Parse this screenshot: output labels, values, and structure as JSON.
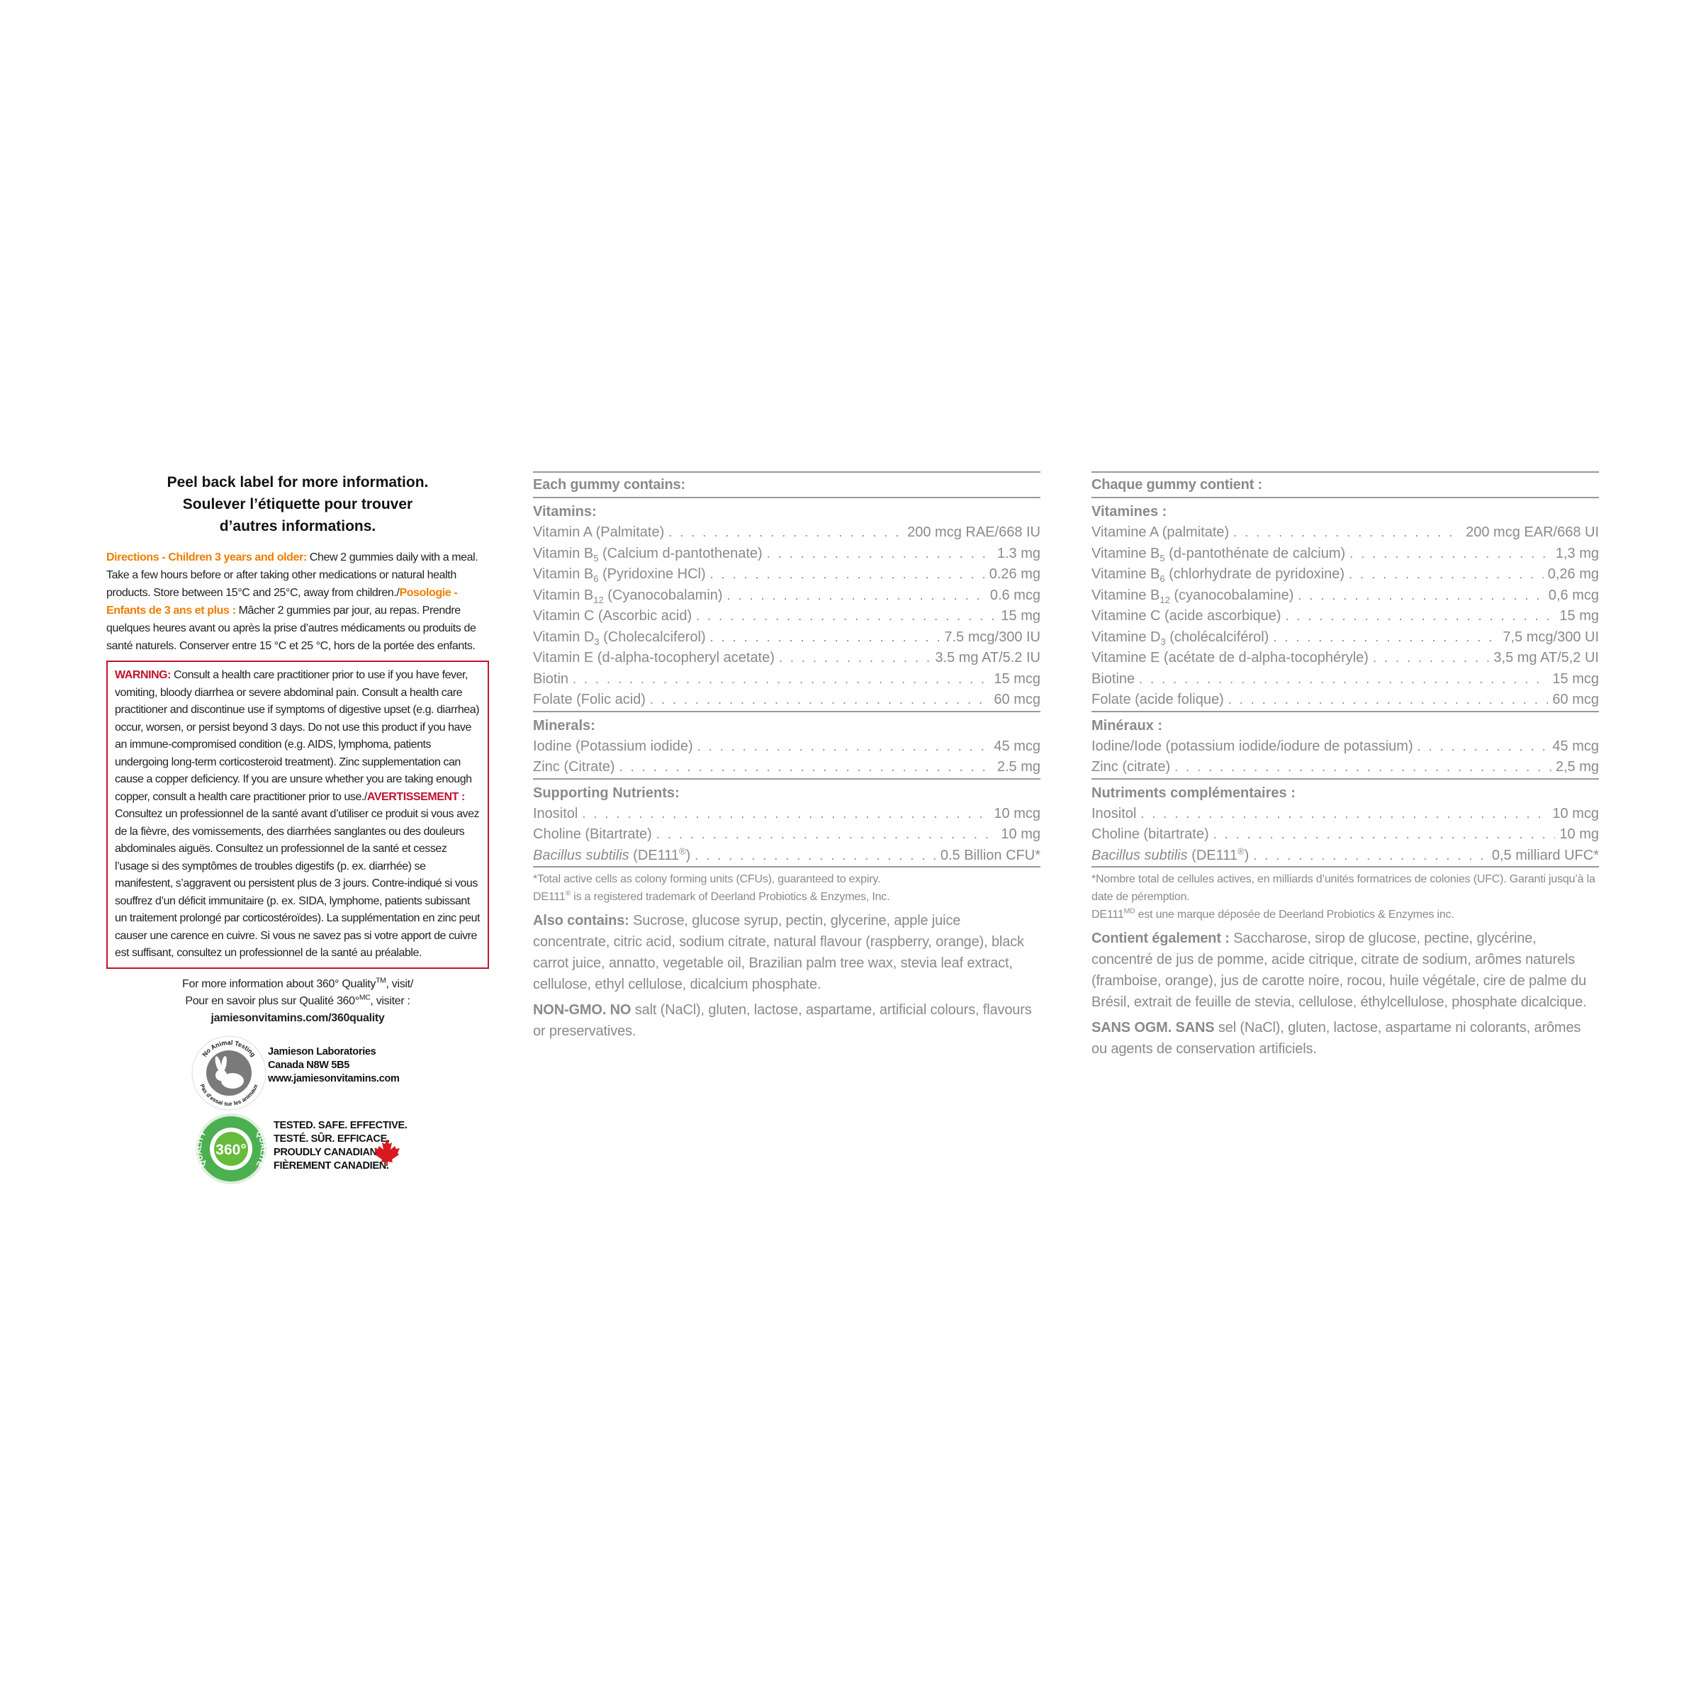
{
  "left": {
    "peel_en": "Peel back label for more information.",
    "peel_fr_1": "Soulever l’étiquette pour trouver",
    "peel_fr_2": "d’autres informations.",
    "directions_label": "Directions - Children 3 years and older:",
    "directions_text": " Chew 2 gummies daily with a meal. Take a few hours before or after taking other medications or natural health products. Store between 15°C and 25°C, away from children./",
    "posologie_label": "Posologie - Enfants de 3 ans et plus :",
    "posologie_text": " Mâcher 2 gummies par jour, au repas. Prendre quelques heures avant ou après la prise d’autres médicaments ou produits de santé naturels. Conserver entre 15 °C et 25 °C, hors de la portée des enfants.",
    "warning_label": "WARNING:",
    "warning_text": " Consult a health care practitioner prior to use if you have fever, vomiting, bloody diarrhea or severe abdominal pain. Consult a health care practitioner and discontinue use if symptoms of digestive upset (e.g. diarrhea) occur, worsen, or persist beyond 3 days. Do not use this product if you have an immune-compromised condition (e.g. AIDS, lymphoma, patients undergoing long-term corticosteroid treatment). Zinc supplementation can cause a copper deficiency. If you are unsure whether you are taking enough copper, consult a health care practitioner prior to use./",
    "avert_label": "AVERTISSEMENT :",
    "avert_text": " Consultez un professionnel de la santé avant d’utiliser ce produit si vous avez de la fièvre, des vomissements, des diarrhées sanglantes ou des douleurs abdominales aiguës. Consultez un professionnel de la santé et cessez l’usage si des symptômes de troubles digestifs (p. ex. diarrhée) se manifestent, s’aggravent ou persistent plus de 3 jours. Contre-indiqué si vous souffrez d’un déficit immunitaire (p. ex. SIDA, lymphome, patients subissant un traitement prolongé par corticostéroïdes). La supplémentation en zinc peut causer une carence en cuivre. Si vous ne savez pas si votre apport de cuivre est suffisant, consultez un professionnel de la santé au préalable.",
    "more_en_1": "For more information about 360° Quality",
    "more_en_tm": "TM",
    "more_en_2": ", visit/",
    "more_fr_1": "Pour en savoir plus sur Qualité 360°",
    "more_fr_mc": "MC",
    "more_fr_2": ", visiter :",
    "more_url": "jamiesonvitamins.com/360quality",
    "company_1": "Jamieson Laboratories",
    "company_2": "Canada  N8W 5B5",
    "company_3": "www.jamiesonvitamins.com",
    "badge_text_top": "No Animal Testing",
    "badge_text_bottom": "Pas d’essai sur les animaux",
    "quality_ring_left": "QUALITY",
    "quality_ring_right": "QUALITÉ",
    "quality_center": "360°",
    "tag_1": "TESTED. SAFE. EFFECTIVE.",
    "tag_2": "TESTÉ. SÛR. EFFICACE.",
    "tag_3": "PROUDLY CANADIAN.",
    "tag_4": "FIÈREMENT CANADIEN."
  },
  "en": {
    "header": "Each gummy contains:",
    "vit_title": "Vitamins:",
    "min_title": "Minerals:",
    "sup_title": "Supporting Nutrients:",
    "rows": [
      {
        "name": "Vitamin A (Palmitate)",
        "amount": "200 mcg RAE/668 IU"
      },
      {
        "name_pre": "Vitamin B",
        "sub": "5",
        "name_post": " (Calcium d-pantothenate)",
        "amount": "1.3 mg"
      },
      {
        "name_pre": "Vitamin B",
        "sub": "6",
        "name_post": " (Pyridoxine HCl)",
        "amount": "0.26 mg"
      },
      {
        "name_pre": "Vitamin B",
        "sub": "12",
        "name_post": " (Cyanocobalamin)",
        "amount": "0.6 mcg"
      },
      {
        "name": "Vitamin C (Ascorbic acid)",
        "amount": "15 mg"
      },
      {
        "name_pre": "Vitamin D",
        "sub": "3",
        "name_post": " (Cholecalciferol)",
        "amount": "7.5 mcg/300 IU"
      },
      {
        "name": "Vitamin E (d-alpha-tocopheryl acetate)",
        "amount": "3.5 mg AT/5.2 IU"
      },
      {
        "name": "Biotin",
        "amount": "15 mcg"
      },
      {
        "name": "Folate (Folic acid)",
        "amount": "60 mcg"
      },
      {
        "name": "Iodine (Potassium iodide)",
        "amount": "45 mcg"
      },
      {
        "name": "Zinc (Citrate)",
        "amount": "2.5 mg"
      },
      {
        "name": "Inositol",
        "amount": "10 mcg"
      },
      {
        "name": "Choline (Bitartrate)",
        "amount": "10 mg"
      },
      {
        "name_it": "Bacillus subtilis",
        "name_post": " (DE111",
        "sup": "®",
        "name_end": ")",
        "amount": "0.5 Billion CFU*"
      }
    ],
    "note1": "*Total active cells as colony forming units (CFUs), guaranteed to expiry.",
    "note2_pre": "DE111",
    "note2_sup": "®",
    "note2_post": " is a registered trademark of Deerland Probiotics & Enzymes, Inc.",
    "also_label": "Also contains:",
    "also_text": " Sucrose, glucose syrup, pectin, glycerine, apple juice concentrate, citric acid, sodium citrate, natural flavour (raspberry, orange), black carrot juice, annatto, vegetable oil, Brazilian palm tree wax, stevia leaf extract, cellulose, ethyl cellulose, dicalcium phosphate.",
    "nongmo_label": "NON-GMO. NO",
    "nongmo_text": " salt (NaCl), gluten, lactose, aspartame, artificial colours, flavours or preservatives."
  },
  "fr": {
    "header": "Chaque gummy contient :",
    "vit_title": "Vitamines :",
    "min_title": "Minéraux :",
    "sup_title": "Nutriments complémentaires :",
    "rows": [
      {
        "name": "Vitamine A (palmitate)",
        "amount": "200 mcg EAR/668 UI"
      },
      {
        "name_pre": "Vitamine B",
        "sub": "5",
        "name_post": " (d-pantothénate de calcium)",
        "amount": "1,3 mg"
      },
      {
        "name_pre": "Vitamine B",
        "sub": "6",
        "name_post": " (chlorhydrate de pyridoxine)",
        "amount": "0,26 mg"
      },
      {
        "name_pre": "Vitamine B",
        "sub": "12",
        "name_post": " (cyanocobalamine)",
        "amount": "0,6 mcg"
      },
      {
        "name": "Vitamine C (acide ascorbique)",
        "amount": "15 mg"
      },
      {
        "name_pre": "Vitamine D",
        "sub": "3",
        "name_post": " (cholécalciférol)",
        "amount": "7,5 mcg/300 UI"
      },
      {
        "name": "Vitamine E (acétate de d-alpha-tocophéryle)",
        "amount": "3,5 mg AT/5,2 UI"
      },
      {
        "name": "Biotine",
        "amount": "15 mcg"
      },
      {
        "name": "Folate (acide folique)",
        "amount": "60 mcg"
      },
      {
        "name": "Iodine/Iode (potassium iodide/iodure de potassium)",
        "amount": "45 mcg"
      },
      {
        "name": "Zinc (citrate)",
        "amount": "2,5 mg"
      },
      {
        "name": "Inositol",
        "amount": "10 mcg"
      },
      {
        "name": "Choline (bitartrate)",
        "amount": "10 mg"
      },
      {
        "name_it": "Bacillus subtilis",
        "name_post": " (DE111",
        "sup": "®",
        "name_end": ")",
        "amount": "0,5 milliard UFC*"
      }
    ],
    "note1": "*Nombre total de cellules actives, en milliards d’unités formatrices de colonies (UFC). Garanti jusqu’à la date de péremption.",
    "note2_pre": "DE111",
    "note2_sup": "MD",
    "note2_post": " est une marque déposée de Deerland Probiotics & Enzymes inc.",
    "also_label": "Contient également :",
    "also_text": " Saccharose, sirop de glucose, pectine, glycérine, concentré de jus de pomme, acide citrique, citrate de sodium, arômes naturels (framboise, orange), jus de carotte noire, rocou, huile végétale, cire de palme du Brésil, extrait de feuille de stevia, cellulose, éthylcellulose, phosphate dicalcique.",
    "nongmo_label": "SANS OGM. SANS",
    "nongmo_text": " sel (NaCl), gluten, lactose, aspartame ni colorants, arômes ou agents de conservation artificiels."
  },
  "colors": {
    "orange": "#f07d00",
    "red": "#c4122f",
    "grey_text": "#8a8a8a",
    "green": "#4caf50"
  }
}
